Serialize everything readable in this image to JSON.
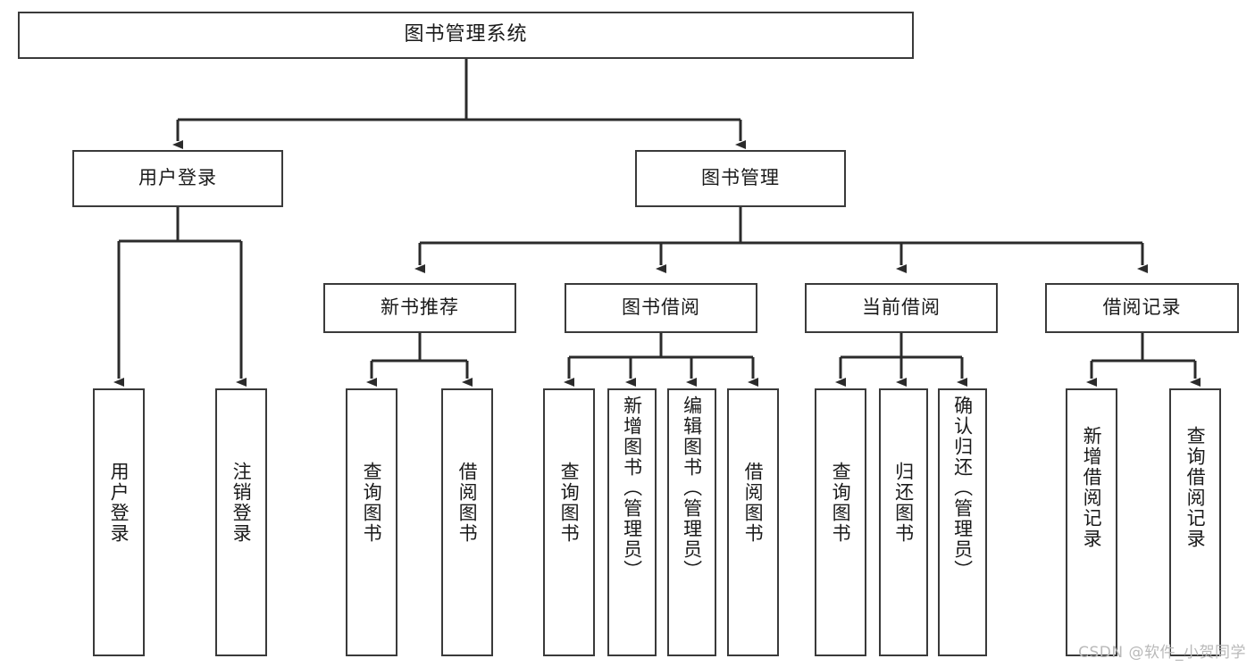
{
  "diagram": {
    "title": "图书管理系统",
    "type": "tree-hierarchy-chart",
    "colors": {
      "box_border": "#3a3a3a",
      "box_fill": "#ffffff",
      "connector": "#2b2b2b",
      "text": "#1a1a1a",
      "watermark": "#b9b9b9",
      "background": "#ffffff"
    },
    "root": {
      "label": "图书管理系统"
    },
    "level2": [
      {
        "id": "user-login",
        "label": "用户登录"
      },
      {
        "id": "book-management",
        "label": "图书管理"
      }
    ],
    "level3": [
      {
        "id": "new-book-recommend",
        "label": "新书推荐",
        "parent": "book-management"
      },
      {
        "id": "book-borrow",
        "label": "图书借阅",
        "parent": "book-management"
      },
      {
        "id": "current-borrow",
        "label": "当前借阅",
        "parent": "book-management"
      },
      {
        "id": "borrow-record",
        "label": "借阅记录",
        "parent": "book-management"
      }
    ],
    "leaves": {
      "user-login": [
        {
          "id": "leaf-user-login",
          "label": "用户登录"
        },
        {
          "id": "leaf-user-logout",
          "label": "注销登录"
        }
      ],
      "new-book-recommend": [
        {
          "id": "leaf-query-book-1",
          "label": "查询图书"
        },
        {
          "id": "leaf-borrow-book-1",
          "label": "借阅图书"
        }
      ],
      "book-borrow": [
        {
          "id": "leaf-query-book-2",
          "label": "查询图书"
        },
        {
          "id": "leaf-add-book-admin",
          "label": "新增图书（管理员）"
        },
        {
          "id": "leaf-edit-book-admin",
          "label": "编辑图书（管理员）"
        },
        {
          "id": "leaf-borrow-book-2",
          "label": "借阅图书"
        }
      ],
      "current-borrow": [
        {
          "id": "leaf-query-book-3",
          "label": "查询图书"
        },
        {
          "id": "leaf-return-book",
          "label": "归还图书"
        },
        {
          "id": "leaf-confirm-return-admin",
          "label": "确认归还（管理员）"
        }
      ],
      "borrow-record": [
        {
          "id": "leaf-add-borrow-record",
          "label": "新增借阅记录"
        },
        {
          "id": "leaf-query-borrow-record",
          "label": "查询借阅记录"
        }
      ]
    },
    "watermark": "CSDN @软件_小贺同学"
  }
}
